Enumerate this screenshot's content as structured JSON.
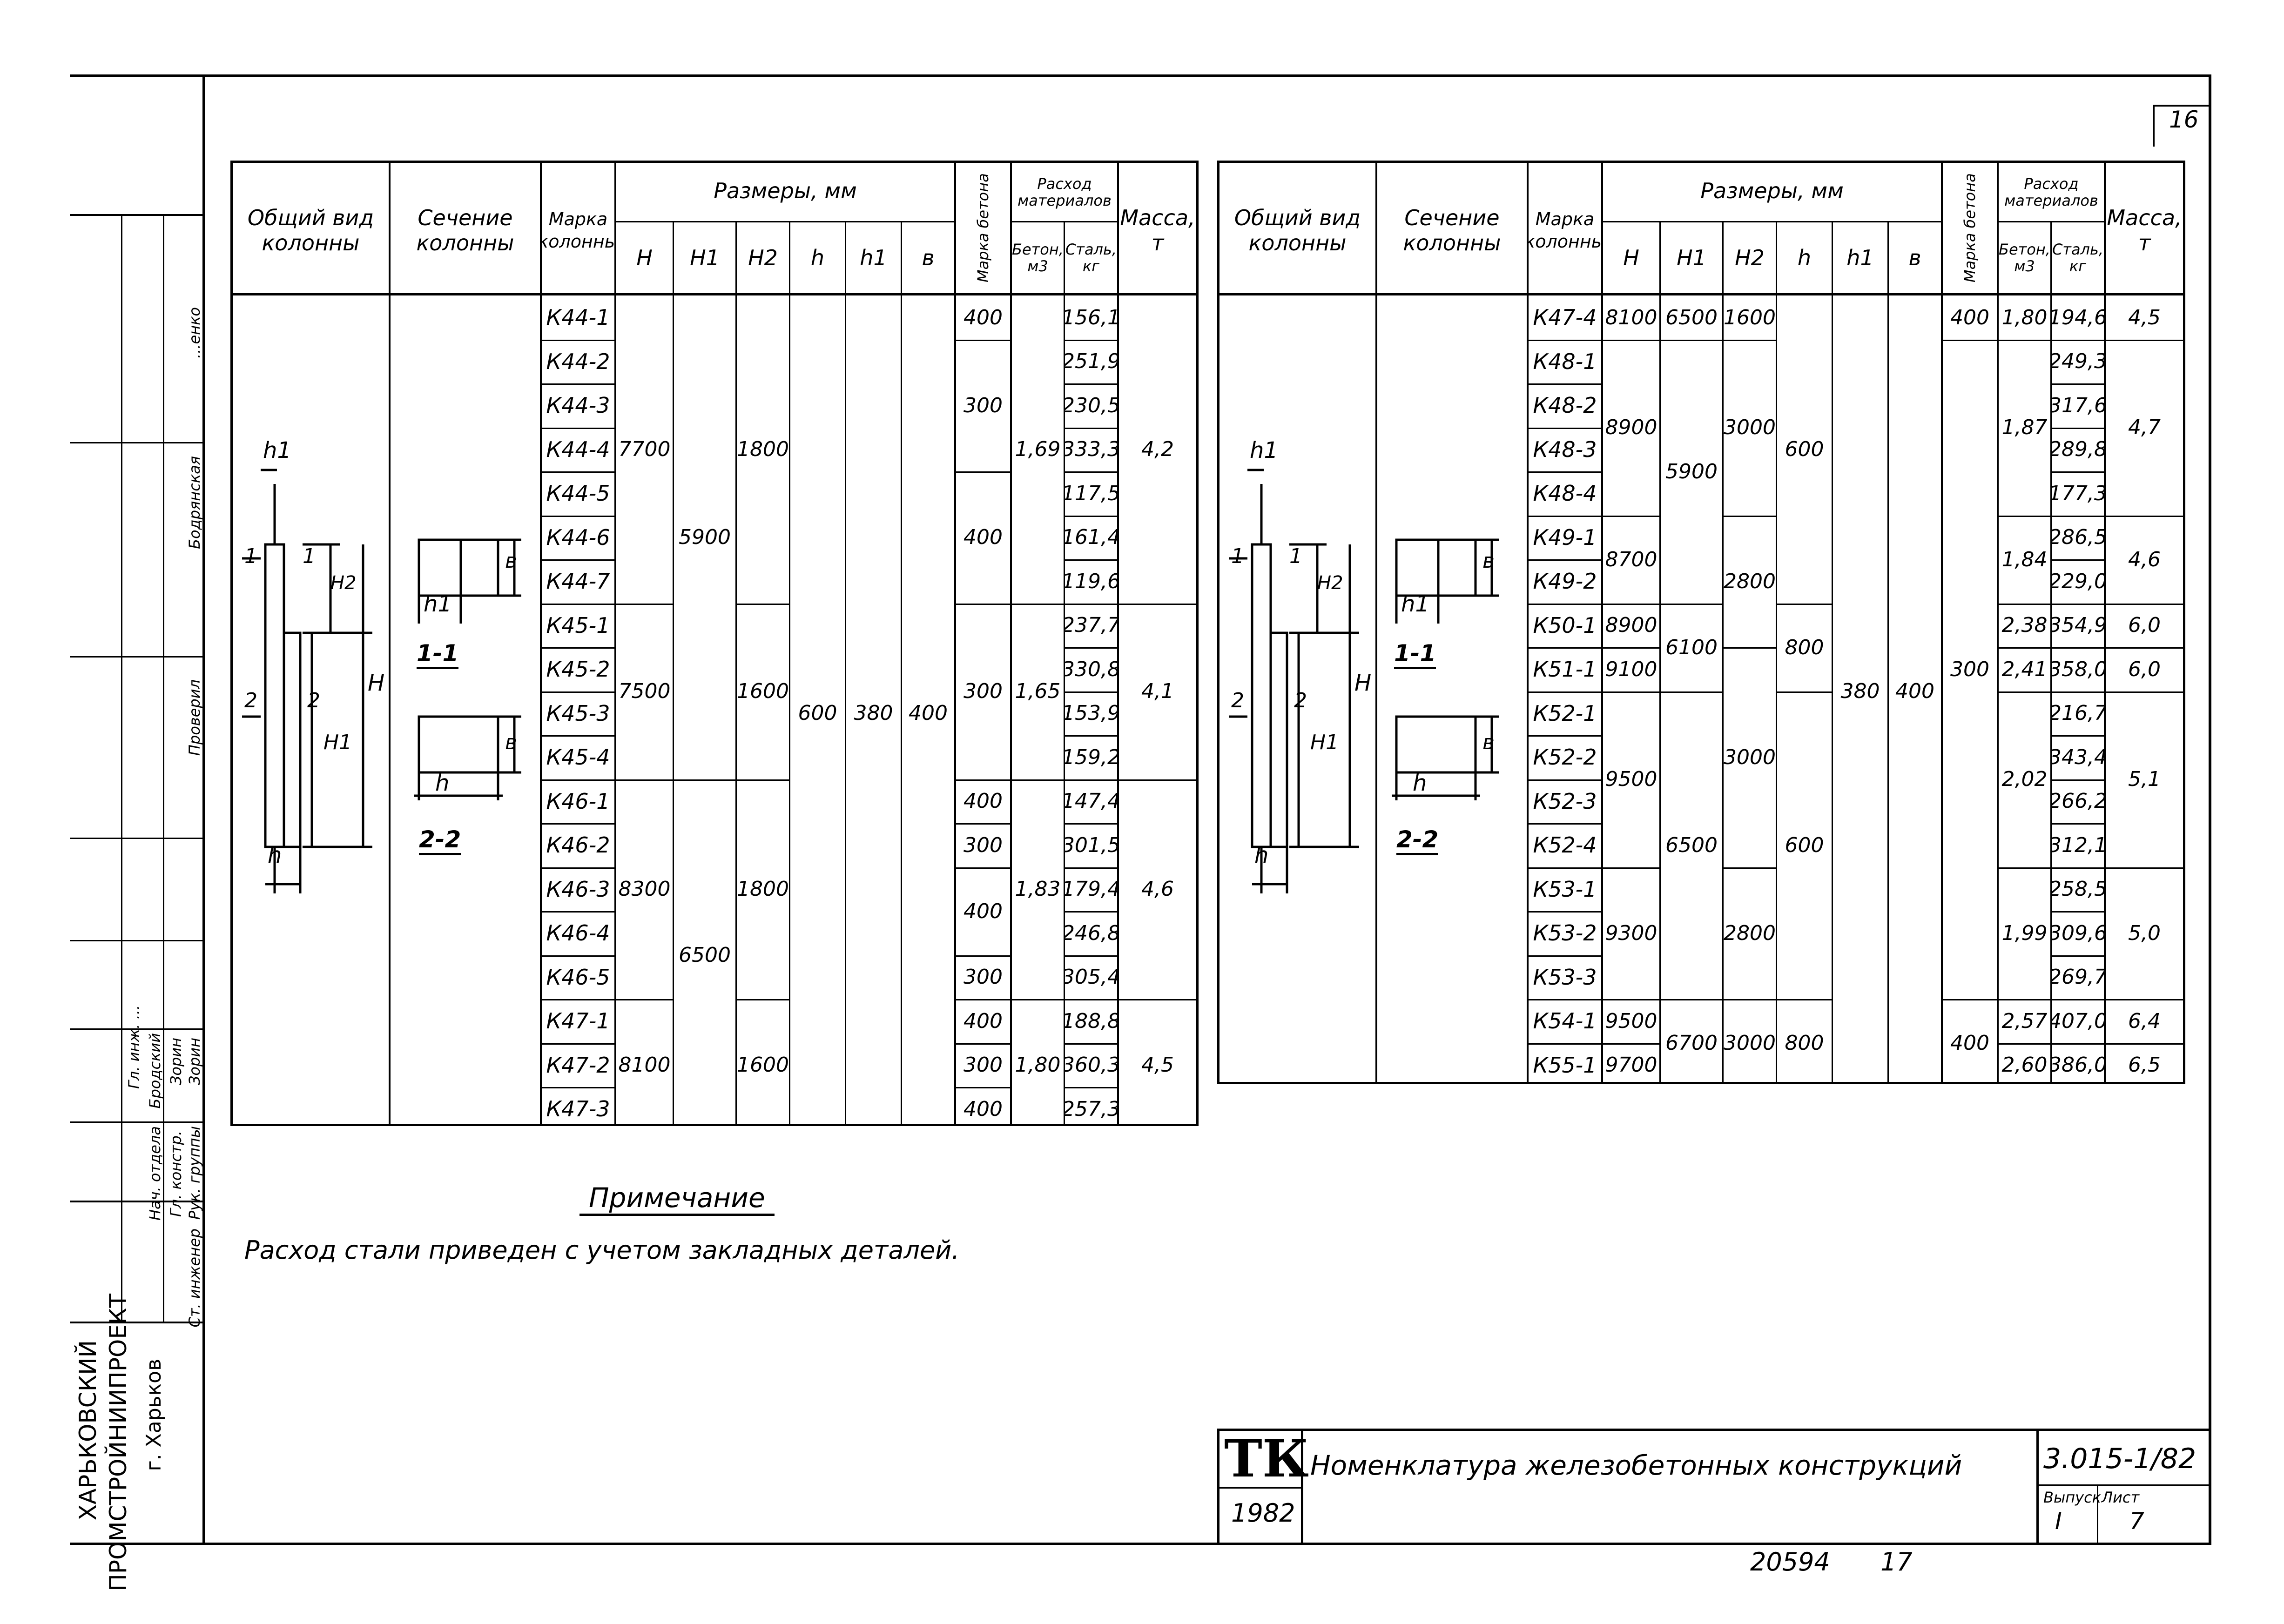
{
  "page_number": "16",
  "left_table": {
    "headers": {
      "general_view": "Общий вид колонны",
      "section": "Сечение колонны",
      "mark": "Марка колонны",
      "dimensions": "Размеры, мм",
      "H": "H",
      "H1": "H1",
      "H2": "H2",
      "h": "h",
      "h1": "h1",
      "b": "в",
      "concrete_grade": "Марка бетона",
      "materials": "Расход материалов",
      "concrete_m3": "Бетон, м3",
      "steel_kg": "Сталь, кг",
      "mass": "Масса, т"
    },
    "marks": [
      "К44-1",
      "К44-2",
      "К44-3",
      "К44-4",
      "К44-5",
      "К44-6",
      "К44-7",
      "К45-1",
      "К45-2",
      "К45-3",
      "К45-4",
      "К46-1",
      "К46-2",
      "К46-3",
      "К46-4",
      "К46-5",
      "К47-1",
      "К47-2",
      "К47-3"
    ],
    "steel": [
      "156,1",
      "251,9",
      "230,5",
      "333,3",
      "117,5",
      "161,4",
      "119,6",
      "237,7",
      "330,8",
      "153,9",
      "159,2",
      "147,4",
      "301,5",
      "179,4",
      "246,8",
      "305,4",
      "188,8",
      "360,3",
      "257,3"
    ],
    "H": [
      "7700",
      "7500",
      "8300",
      "8100"
    ],
    "H1": [
      "5900",
      "6500"
    ],
    "H2": [
      "1800",
      "1600",
      "1800",
      "1600"
    ],
    "h": "600",
    "h1": "380",
    "b": "400",
    "grade": [
      "400",
      "300",
      "400",
      "300",
      "400",
      "300",
      "400",
      "300",
      "400",
      "300",
      "400"
    ],
    "concrete": [
      "1,69",
      "1,65",
      "1,83",
      "1,80"
    ],
    "mass": [
      "4,2",
      "4,1",
      "4,6",
      "4,5"
    ]
  },
  "right_table": {
    "headers": {
      "general_view": "Общий вид колонны",
      "section": "Сечение колонны",
      "mark": "Марка колонны",
      "dimensions": "Размеры, мм",
      "H": "H",
      "H1": "H1",
      "H2": "H2",
      "h": "h",
      "h1": "h1",
      "b": "в",
      "concrete_grade": "Марка бетона",
      "materials": "Расход материалов",
      "concrete_m3": "Бетон, м3",
      "steel_kg": "Сталь, кг",
      "mass": "Масса, т"
    },
    "marks": [
      "К47-4",
      "К48-1",
      "К48-2",
      "К48-3",
      "К48-4",
      "К49-1",
      "К49-2",
      "К50-1",
      "К51-1",
      "К52-1",
      "К52-2",
      "К52-3",
      "К52-4",
      "К53-1",
      "К53-2",
      "К53-3",
      "К54-1",
      "К55-1"
    ],
    "steel": [
      "194,6",
      "249,3",
      "317,6",
      "289,8",
      "177,3",
      "286,5",
      "229,0",
      "354,9",
      "358,0",
      "216,7",
      "343,4",
      "266,2",
      "312,1",
      "258,5",
      "309,6",
      "269,7",
      "407,0",
      "386,0"
    ],
    "H": [
      "8100",
      "8900",
      "8700",
      "8900",
      "9100",
      "9500",
      "9300",
      "9500",
      "9700"
    ],
    "H1": [
      "6500",
      "5900",
      "6100",
      "6500",
      "6700"
    ],
    "H2": [
      "1600",
      "3000",
      "2800",
      "3000",
      "2800",
      "3000"
    ],
    "h": [
      "600",
      "800",
      "600",
      "800"
    ],
    "h1": "380",
    "b": "400",
    "grade": [
      "400",
      "300",
      "400"
    ],
    "concrete": [
      "1,80",
      "1,87",
      "1,84",
      "2,38",
      "2,41",
      "2,02",
      "1,99",
      "2,57",
      "2,60"
    ],
    "mass": [
      "4,5",
      "4,7",
      "4,6",
      "6,0",
      "6,0",
      "5,1",
      "5,0",
      "6,4",
      "6,5"
    ]
  },
  "drawing_labels": {
    "h1": "h1",
    "H2": "H2",
    "H1": "H1",
    "H": "H",
    "h": "h",
    "b": "в",
    "one": "1",
    "two": "2",
    "section11": "1-1",
    "section22": "2-2"
  },
  "note": {
    "title": "Примечание",
    "text": "Расход стали приведен с учетом закладных деталей."
  },
  "stamp": {
    "logo": "ТК",
    "year": "1982",
    "title": "Номенклатура железобетонных конструкций",
    "code": "3.015-1/82",
    "issue_label": "Выпуск",
    "issue": "I",
    "sheet_label": "Лист",
    "sheet": "7"
  },
  "side_block": {
    "org1": "ХАРЬКОВСКИЙ",
    "org2": "ПРОМСТРОЙНИИПРОЕКТ",
    "city": "г. Харьков",
    "roles": [
      "Гл. инж. ...",
      "Нач. отдела",
      "Гл. констр.",
      "Рук. группы",
      "Ст. инженер"
    ],
    "names": [
      "...",
      "Бродский",
      "Зорин",
      "Зорин",
      "Бодрянская"
    ],
    "checked_label": "Проверил",
    "checked_name": "Бодрянская",
    "top_name": "...енко"
  },
  "footer_numbers": {
    "doc": "20594",
    "page": "17"
  }
}
